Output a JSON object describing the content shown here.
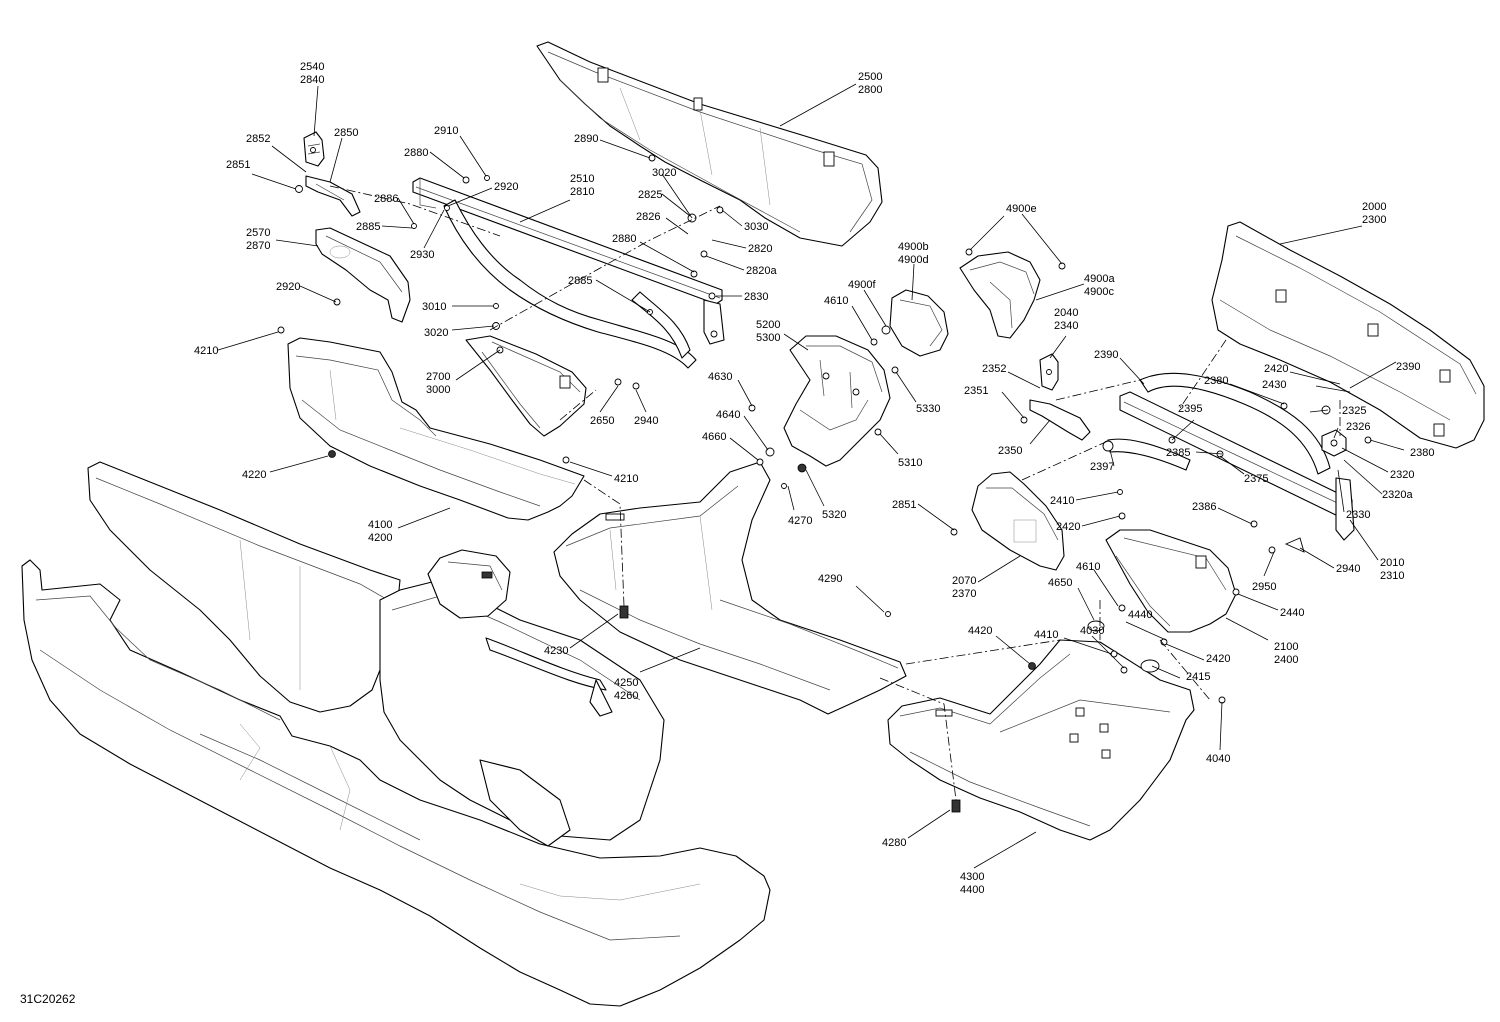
{
  "figure": {
    "reference_code": "31C20262",
    "line_color": "#000000",
    "background_color": "#ffffff"
  },
  "labels": {
    "l_2540": [
      "2540",
      "2840"
    ],
    "l_2852": [
      "2852"
    ],
    "l_2850": [
      "2850"
    ],
    "l_2851a": [
      "2851"
    ],
    "l_2910": [
      "2910"
    ],
    "l_2880a": [
      "2880"
    ],
    "l_2920a": [
      "2920"
    ],
    "l_2886": [
      "2886"
    ],
    "l_2885a": [
      "2885"
    ],
    "l_2930": [
      "2930"
    ],
    "l_2570": [
      "2570",
      "2870"
    ],
    "l_2920b": [
      "2920"
    ],
    "l_2510": [
      "2510",
      "2810"
    ],
    "l_2500": [
      "2500",
      "2800"
    ],
    "l_2890": [
      "2890"
    ],
    "l_3020a": [
      "3020"
    ],
    "l_2825": [
      "2825"
    ],
    "l_3030": [
      "3030"
    ],
    "l_2826": [
      "2826"
    ],
    "l_2820": [
      "2820"
    ],
    "l_2880b": [
      "2880"
    ],
    "l_2820a": [
      "2820a"
    ],
    "l_2885b": [
      "2885"
    ],
    "l_2830": [
      "2830"
    ],
    "l_3010": [
      "3010"
    ],
    "l_3020b": [
      "3020"
    ],
    "l_2700": [
      "2700",
      "3000"
    ],
    "l_2650": [
      "2650"
    ],
    "l_2940a": [
      "2940"
    ],
    "l_4210a": [
      "4210"
    ],
    "l_4220": [
      "4220"
    ],
    "l_4210b": [
      "4210"
    ],
    "l_4100": [
      "4100",
      "4200"
    ],
    "l_4900e": [
      "4900e"
    ],
    "l_4900b": [
      "4900b",
      "4900d"
    ],
    "l_4900a": [
      "4900a",
      "4900c"
    ],
    "l_4900f": [
      "4900f"
    ],
    "l_4610a": [
      "4610"
    ],
    "l_5200": [
      "5200",
      "5300"
    ],
    "l_4630": [
      "4630"
    ],
    "l_4640": [
      "4640"
    ],
    "l_4660": [
      "4660"
    ],
    "l_5330": [
      "5330"
    ],
    "l_5310": [
      "5310"
    ],
    "l_4270": [
      "4270"
    ],
    "l_5320": [
      "5320"
    ],
    "l_2000": [
      "2000",
      "2300"
    ],
    "l_2040": [
      "2040",
      "2340"
    ],
    "l_2352": [
      "2352"
    ],
    "l_2351": [
      "2351"
    ],
    "l_2350": [
      "2350"
    ],
    "l_2390a": [
      "2390"
    ],
    "l_2390b": [
      "2390"
    ],
    "l_2380a": [
      "2380"
    ],
    "l_2420a": [
      "2420"
    ],
    "l_2430": [
      "2430"
    ],
    "l_2395": [
      "2395"
    ],
    "l_2325": [
      "2325"
    ],
    "l_2326": [
      "2326"
    ],
    "l_2385": [
      "2385"
    ],
    "l_2380b": [
      "2380"
    ],
    "l_2397": [
      "2397"
    ],
    "l_2375": [
      "2375"
    ],
    "l_2320": [
      "2320"
    ],
    "l_2320a": [
      "2320a"
    ],
    "l_2330": [
      "2330"
    ],
    "l_2851b": [
      "2851"
    ],
    "l_2410": [
      "2410"
    ],
    "l_2420b": [
      "2420"
    ],
    "l_2386": [
      "2386"
    ],
    "l_2010": [
      "2010",
      "2310"
    ],
    "l_2070": [
      "2070",
      "2370"
    ],
    "l_2950": [
      "2950"
    ],
    "l_2940b": [
      "2940"
    ],
    "l_4290": [
      "4290"
    ],
    "l_4610b": [
      "4610"
    ],
    "l_4650": [
      "4650"
    ],
    "l_2440": [
      "2440"
    ],
    "l_4440": [
      "4440"
    ],
    "l_4410": [
      "4410"
    ],
    "l_4030": [
      "4030"
    ],
    "l_4420": [
      "4420"
    ],
    "l_2100": [
      "2100",
      "2400"
    ],
    "l_2420c": [
      "2420"
    ],
    "l_2415": [
      "2415"
    ],
    "l_4230": [
      "4230"
    ],
    "l_4250": [
      "4250",
      "4260"
    ],
    "l_4040": [
      "4040"
    ],
    "l_4280": [
      "4280"
    ],
    "l_4300": [
      "4300",
      "4400"
    ]
  }
}
